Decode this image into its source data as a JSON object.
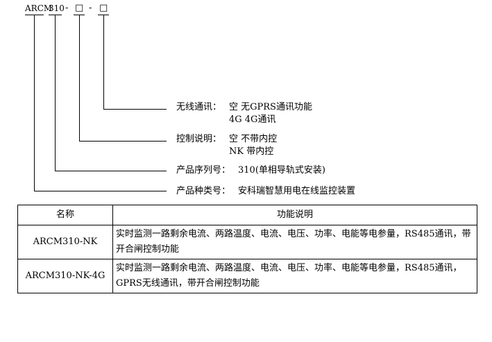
{
  "model": {
    "prefix": "ARCM",
    "series": "310",
    "sep1": "-",
    "box1": "□",
    "sep2": "-",
    "box2": "□"
  },
  "legend": [
    {
      "label": "无线通讯：",
      "opt1": "空 无GPRS通讯功能",
      "opt2": "4G 4G通讯"
    },
    {
      "label": "控制说明：",
      "opt1": "空 不带内控",
      "opt2": "NK 带内控"
    },
    {
      "label": "产品序列号：",
      "opt1": "310(单相导轨式安装)"
    },
    {
      "label": "产品种类号：",
      "opt1": "安科瑞智慧用电在线监控装置"
    }
  ],
  "table": {
    "headers": [
      "名称",
      "功能说明"
    ],
    "rows": [
      {
        "name": "ARCM310-NK",
        "desc": "实时监测一路剩余电流、两路温度、电流、电压、功率、电能等电参量，RS485通讯，带开合闸控制功能"
      },
      {
        "name": "ARCM310-NK-4G",
        "desc": "实时监测一路剩余电流、两路温度、电流、电压、功率、电能等电参量，RS485通讯，GPRS无线通讯，带开合闸控制功能"
      }
    ]
  }
}
